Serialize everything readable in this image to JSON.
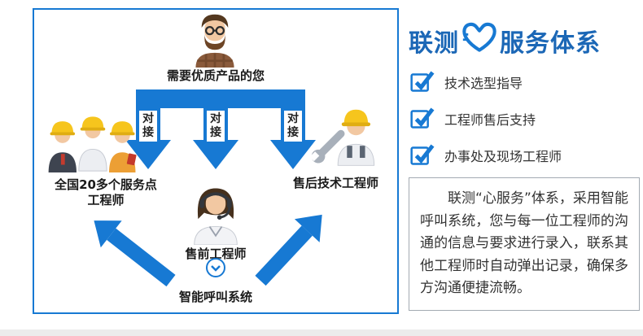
{
  "colors": {
    "accent": "#1779d3",
    "title_blue": "#1b67b6",
    "text_dark": "#333333",
    "helmet_yellow": "#f6c51d"
  },
  "icons": {
    "heart_icon": "♥",
    "check_icon": "✓",
    "chevron_down_icon": "⌄"
  },
  "flow": {
    "customer_label": "需要优质产品的您",
    "docking_label": "对接",
    "left_node": {
      "line1": "全国20多个服务点",
      "line2": "工程师"
    },
    "center_node": "售前工程师",
    "right_node": "售后技术工程师",
    "bottom_label": "智能呼叫系统"
  },
  "panel": {
    "title_prefix": "联测",
    "title_suffix": "服务体系",
    "features": [
      "技术选型指导",
      "工程师售后支持",
      "办事处及现场工程师"
    ],
    "description": "联测“心服务”体系，采用智能呼叫系统，您与每一位工程师的沟通的信息与要求进行录入，联系其他工程师时自动弹出记录，确保多方沟通便捷流畅。"
  }
}
